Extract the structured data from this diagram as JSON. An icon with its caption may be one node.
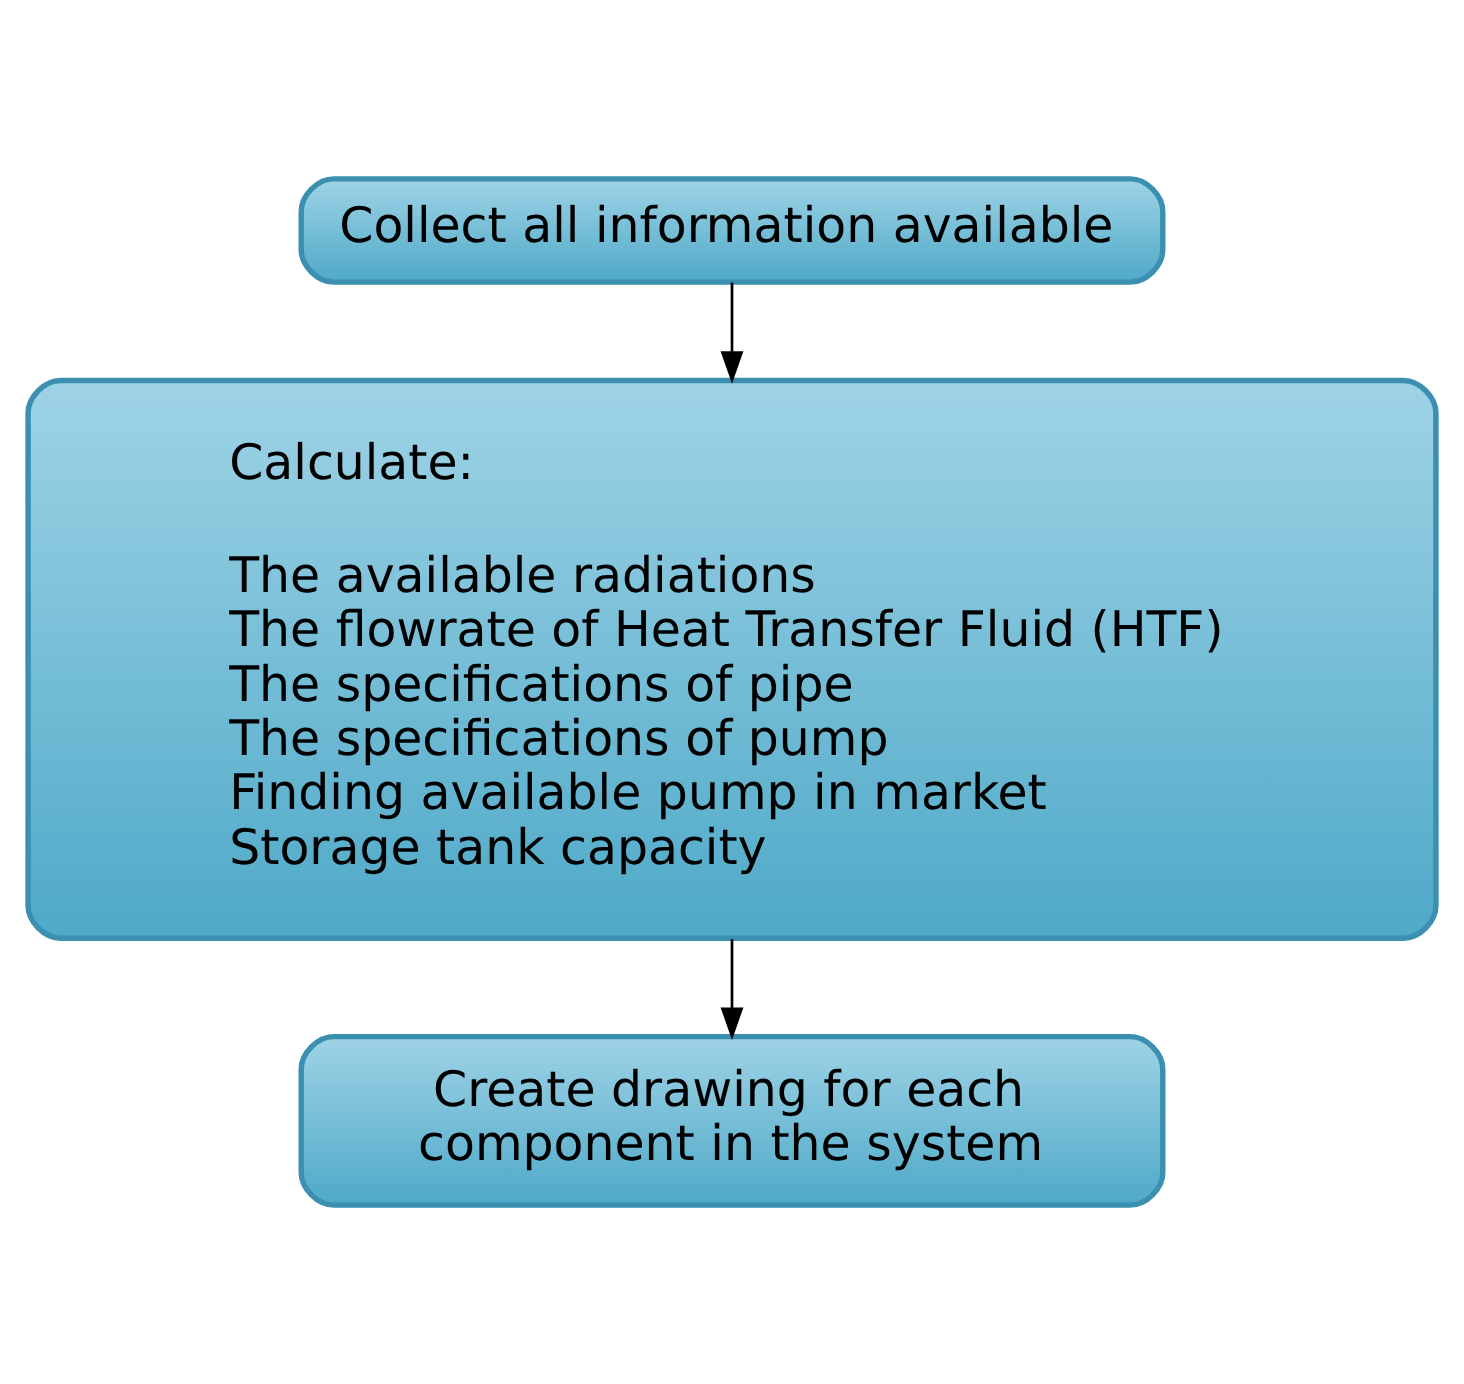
{
  "diagram": {
    "nodes": [
      {
        "text": [
          "Collect all information available"
        ]
      },
      {
        "text": [
          "Calculate:",
          "The available radiations",
          "The flowrate of Heat Transfer Fluid (HTF)",
          "The specifications of pipe",
          "The specifications of pump",
          "Finding available pump in market",
          "Storage tank capacity"
        ]
      },
      {
        "text": [
          "Create drawing for each component in the system"
        ]
      }
    ],
    "edges": [
      {
        "from": 0,
        "to": 1,
        "arrow": "to"
      },
      {
        "from": 1,
        "to": 2,
        "arrow": "to"
      }
    ]
  }
}
